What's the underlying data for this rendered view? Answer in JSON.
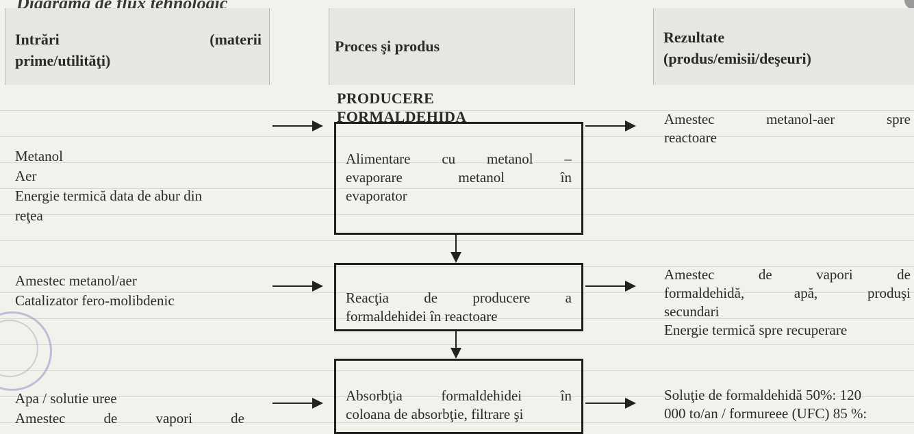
{
  "document": {
    "title": "Diagrama de flux tehnologic",
    "headers": {
      "inputs_line1_left": "Intrări",
      "inputs_line1_right": "(materii",
      "inputs_line2": "prime/utilităţi)",
      "process": "Proces şi produs",
      "results_line1": "Rezultate",
      "results_line2": "(produs/emisii/deşeuri)"
    },
    "section_title_line1": "PRODUCERE",
    "section_title_line2": "FORMALDEHIDA",
    "steps": [
      {
        "inputs": [
          "Metanol",
          "Aer",
          "Energie termică data de abur din",
          "reţea"
        ],
        "process_lines": [
          [
            "Alimentare",
            "cu",
            "metanol",
            "–"
          ],
          [
            "evaporare",
            "metanol",
            "în"
          ],
          [
            "evaporator"
          ]
        ],
        "results": [
          [
            "Amestec",
            "metanol-aer",
            "spre"
          ],
          [
            "reactoare"
          ]
        ]
      },
      {
        "inputs": [
          "Amestec metanol/aer",
          "Catalizator fero-molibdenic"
        ],
        "process_lines": [
          [
            "Reacţia",
            "de",
            "producere",
            "a"
          ],
          [
            "formaldehidei în reactoare"
          ]
        ],
        "results": [
          [
            "Amestec",
            "de",
            "vapori",
            "de"
          ],
          [
            "formaldehidă,",
            "apă,",
            "produşi"
          ],
          [
            "secundari"
          ],
          [
            "Energie termică spre recuperare"
          ]
        ]
      },
      {
        "inputs": [
          "Apa / solutie uree"
        ],
        "inputs_justified": [
          "Amestec",
          "de",
          "vapori",
          "de"
        ],
        "process_lines": [
          [
            "Absorbţia",
            "formaldehidei",
            "în"
          ],
          [
            "coloana de absorbţie, filtrare şi"
          ]
        ],
        "results": [
          [
            "Soluţie de formaldehidă 50%: 120"
          ],
          [
            "000 to/an  / formureee (UFC) 85 %:"
          ]
        ]
      }
    ]
  }
}
